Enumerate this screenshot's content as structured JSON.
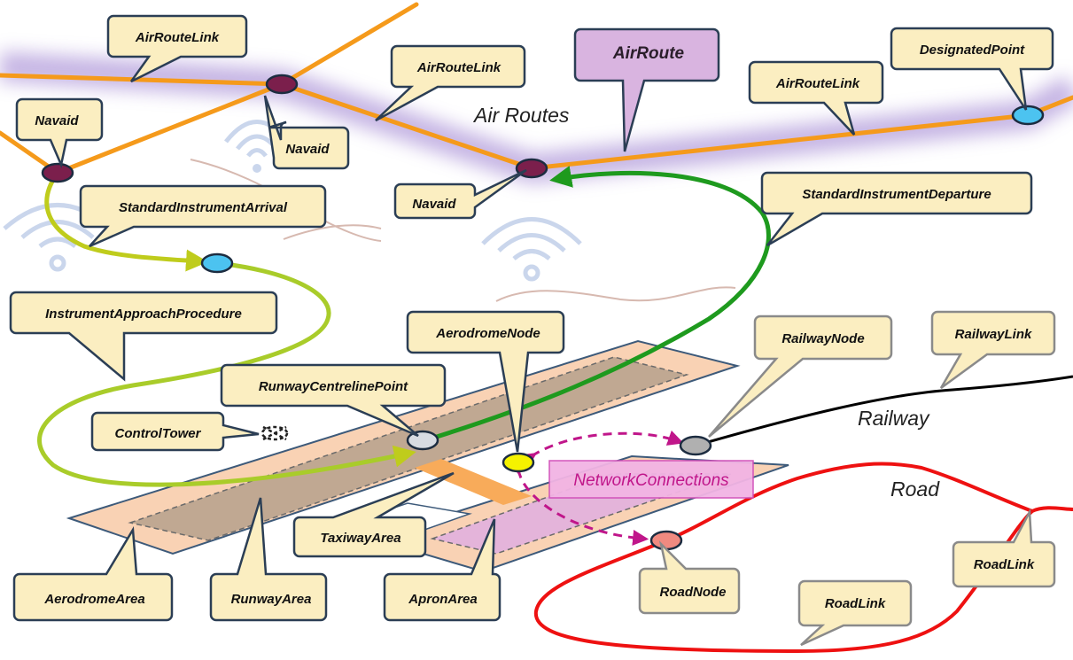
{
  "regions": {
    "air_routes": "Air Routes",
    "railway": "Railway",
    "road": "Road"
  },
  "labels": {
    "airroutelink_1": "AirRouteLink",
    "airroutelink_2": "AirRouteLink",
    "airroutelink_3": "AirRouteLink",
    "airroute": "AirRoute",
    "designatedpoint": "DesignatedPoint",
    "navaid_1": "Navaid",
    "navaid_2": "Navaid",
    "navaid_3": "Navaid",
    "sia": "StandardInstrumentArrival",
    "sid": "StandardInstrumentDeparture",
    "iap": "InstrumentApproachProcedure",
    "aerodromenode": "AerodromeNode",
    "runwaycentrelinepoint": "RunwayCentrelinePoint",
    "controltower": "ControlTower",
    "railwaynode": "RailwayNode",
    "railwaylink": "RailwayLink",
    "networkconnections": "NetworkConnections",
    "taxiwayarea": "TaxiwayArea",
    "aerodromearea": "AerodromeArea",
    "runwayarea": "RunwayArea",
    "apronarea": "ApronArea",
    "roadnode": "RoadNode",
    "roadlink_1": "RoadLink",
    "roadlink_2": "RoadLink"
  },
  "colors": {
    "air_route_line": "#f59a1b",
    "air_route_glow": "#b39ddb",
    "navaid_node": "#7b1f4c",
    "designated_point": "#4cc3f0",
    "sia_line": "#bfcc1c",
    "sid_line": "#1e9a1e",
    "railway_line": "#000000",
    "road_line": "#ee1111",
    "network_connection": "#c0168a",
    "aerodrome_fill": "#f9d2b4",
    "runway_fill": "#c0a892",
    "apron_fill": "#e4b4da",
    "taxiway_fill": "#f8ab5a",
    "callout_fill": "#fbeec1",
    "callout_border": "#2b3e55"
  },
  "icons": [
    "wifi-icon",
    "control-tower-icon"
  ]
}
